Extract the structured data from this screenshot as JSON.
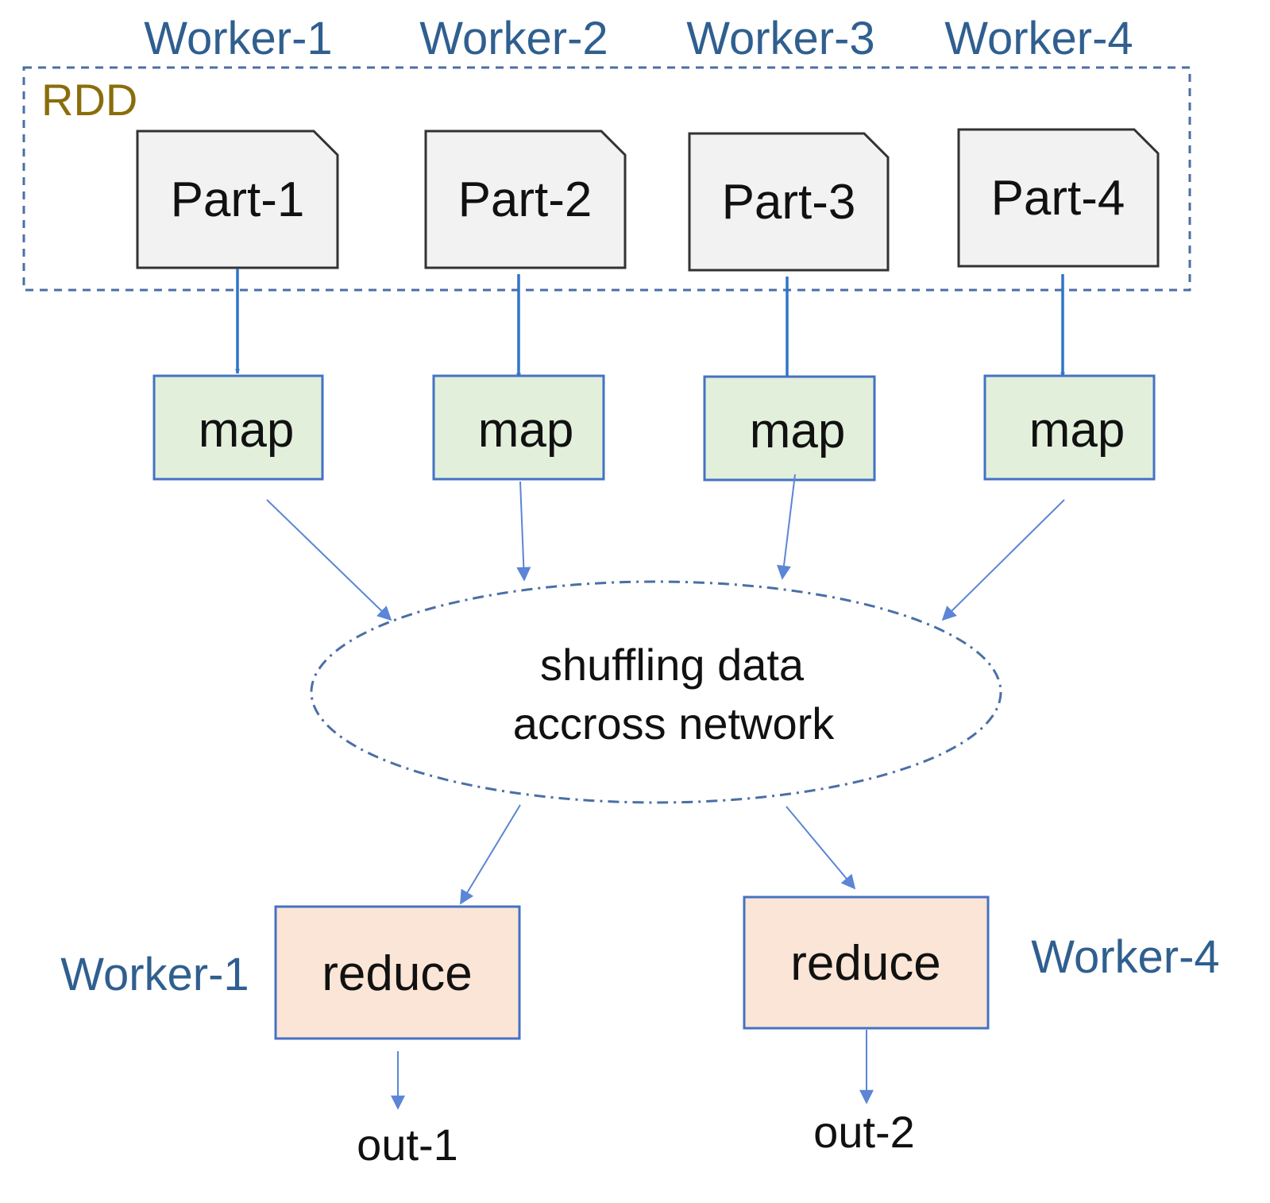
{
  "top_workers": [
    "Worker-1",
    "Worker-2",
    "Worker-3",
    "Worker-4"
  ],
  "rdd_label": "RDD",
  "parts": [
    "Part-1",
    "Part-2",
    "Part-3",
    "Part-4"
  ],
  "maps": [
    "map",
    "map",
    "map",
    "map"
  ],
  "shuffle": {
    "line1": "shuffling data",
    "line2": "accross network"
  },
  "reducers": [
    {
      "label": "reduce",
      "worker": "Worker-1",
      "output": "out-1"
    },
    {
      "label": "reduce",
      "worker": "Worker-4",
      "output": "out-2"
    }
  ],
  "colors": {
    "worker_text": "#2f5f8f",
    "rdd_text": "#8a6d0b",
    "part_fill": "#f2f2f2",
    "map_fill": "#e2efda",
    "reduce_fill": "#fbe5d6",
    "border_blue": "#4472c4"
  }
}
